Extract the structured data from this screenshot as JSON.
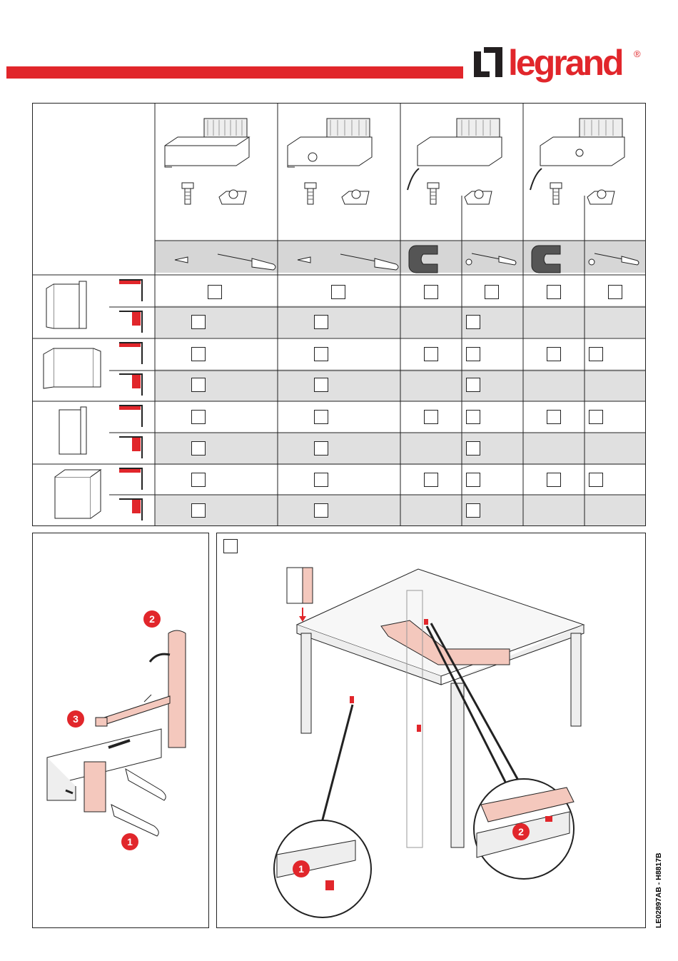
{
  "header": {
    "brand": "legrand",
    "registered_mark": "®",
    "brand_color": "#e1262b"
  },
  "matrix": {
    "columns": [
      {
        "id": "c1",
        "icon": "heater-plain-icon",
        "tool": "screwdriver-icon"
      },
      {
        "id": "c2",
        "icon": "heater-thermostat-icon",
        "tool": "screwdriver-icon"
      },
      {
        "id": "c3",
        "icon": "heater-cable-icon",
        "tools": [
          "magnet-icon",
          "screwdriver-icon"
        ]
      },
      {
        "id": "c4",
        "icon": "heater-cable-thermostat-icon",
        "tools": [
          "magnet-icon",
          "screwdriver-icon"
        ]
      }
    ],
    "row_shading": "#e0e0e0"
  },
  "steps": {
    "left_badges": [
      "2",
      "3",
      "1"
    ],
    "right_badges": [
      "2",
      "1"
    ]
  },
  "footer": {
    "doc_ref": "LE02897AB - H8817B"
  }
}
